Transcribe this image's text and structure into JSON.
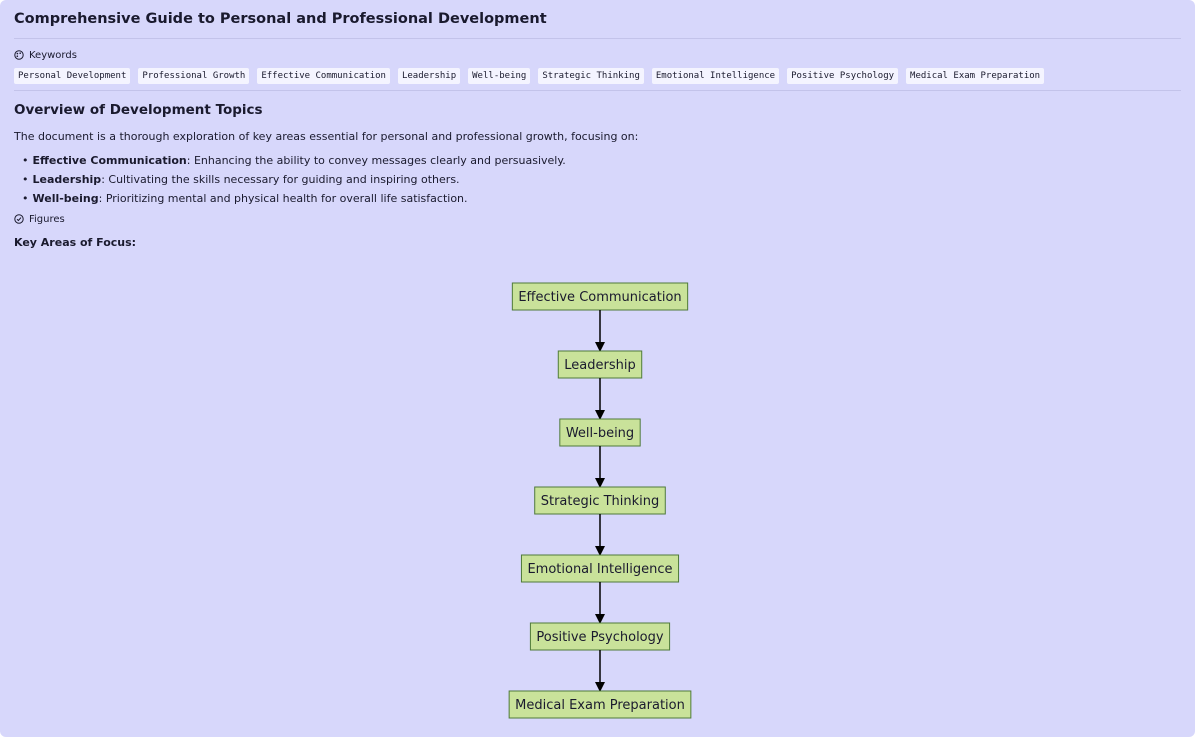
{
  "header": {
    "title": "Comprehensive Guide to Personal and Professional Development"
  },
  "keywords": {
    "label": "Keywords",
    "icon": "palette-icon",
    "items": [
      "Personal Development",
      "Professional Growth",
      "Effective Communication",
      "Leadership",
      "Well-being",
      "Strategic Thinking",
      "Emotional Intelligence",
      "Positive Psychology",
      "Medical Exam Preparation"
    ]
  },
  "overview": {
    "heading": "Overview of Development Topics",
    "intro": "The document is a thorough exploration of key areas essential for personal and professional growth, focusing on:",
    "points": [
      {
        "term": "Effective Communication",
        "desc": ": Enhancing the ability to convey messages clearly and persuasively."
      },
      {
        "term": "Leadership",
        "desc": ": Cultivating the skills necessary for guiding and inspiring others."
      },
      {
        "term": "Well-being",
        "desc": ": Prioritizing mental and physical health for overall life satisfaction."
      }
    ]
  },
  "figures": {
    "label": "Figures",
    "icon": "check-circle-icon",
    "title": "Key Areas of Focus:",
    "nodes": [
      "Effective Communication",
      "Leadership",
      "Well-being",
      "Strategic Thinking",
      "Emotional Intelligence",
      "Positive Psychology",
      "Medical Exam Preparation"
    ]
  },
  "colors": {
    "background": "#d7d7fb",
    "node_fill": "#c9e29a",
    "node_stroke": "#4f7a3a",
    "arrow": "#000000"
  }
}
